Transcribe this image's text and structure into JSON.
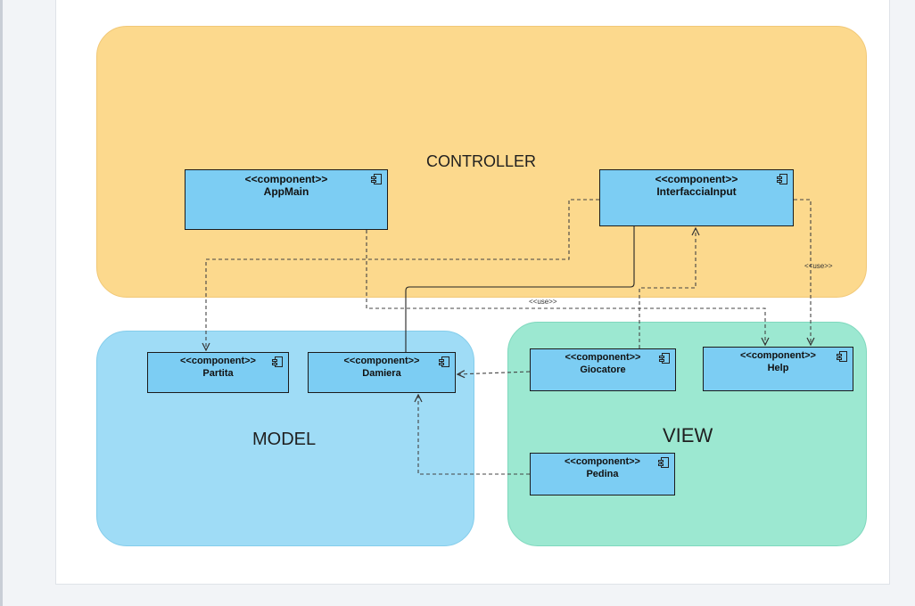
{
  "regions": {
    "controller": "CONTROLLER",
    "model": "MODEL",
    "view": "VIEW"
  },
  "components": {
    "appmain": {
      "stereotype": "<<component>>",
      "name": "AppMain"
    },
    "interfaccia": {
      "stereotype": "<<component>>",
      "name": "InterfacciaInput"
    },
    "partita": {
      "stereotype": "<<component>>",
      "name": "Partita"
    },
    "damiera": {
      "stereotype": "<<component>>",
      "name": "Damiera"
    },
    "giocatore": {
      "stereotype": "<<component>>",
      "name": "Giocatore"
    },
    "help": {
      "stereotype": "<<component>>",
      "name": "Help"
    },
    "pedina": {
      "stereotype": "<<component>>",
      "name": "Pedina"
    }
  },
  "connectors": {
    "use_label_1": "<<use>>",
    "use_label_2": "<<use>>"
  },
  "colors": {
    "controller": "#fcd98d",
    "model": "#9fdcf6",
    "view": "#9ce8d1",
    "component": "#7ccdf3"
  }
}
